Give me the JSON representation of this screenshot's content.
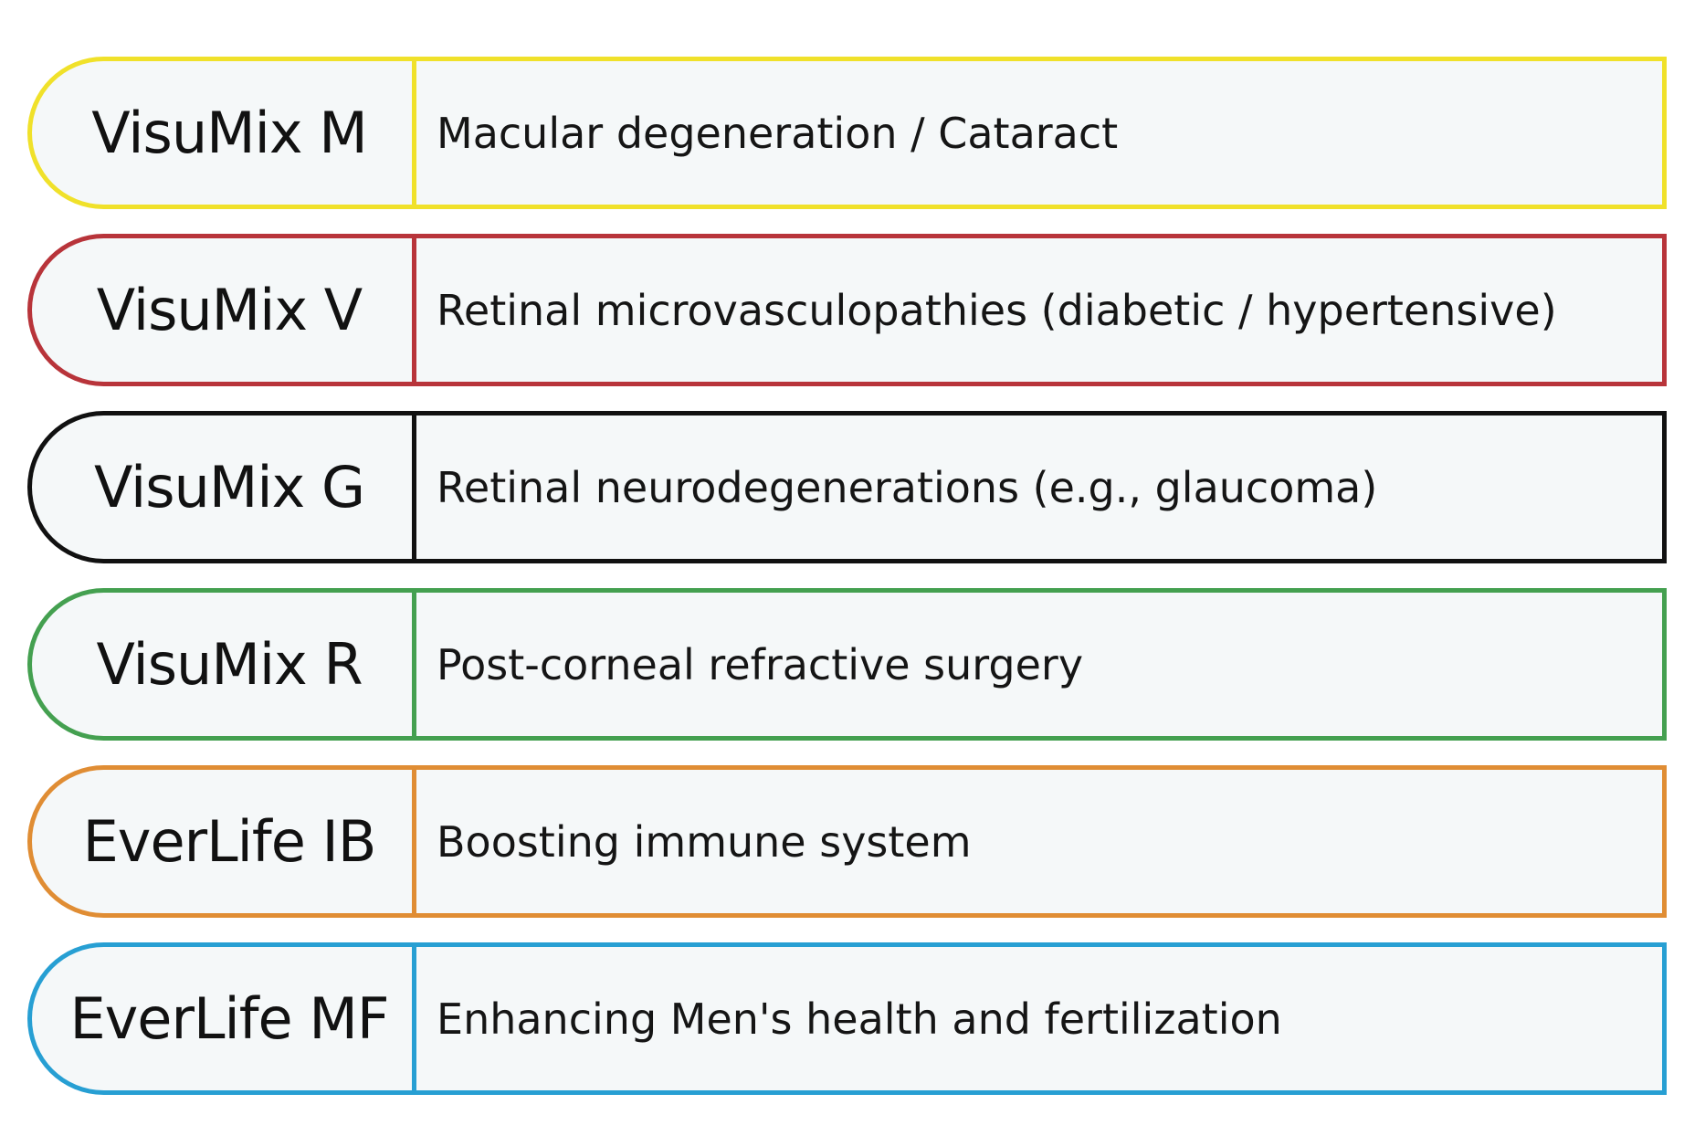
{
  "rows": [
    {
      "name": "VisuMix M",
      "description": "Macular degeneration / Cataract",
      "color": "#f0e12a"
    },
    {
      "name": "VisuMix V",
      "description": "Retinal microvasculopathies (diabetic / hypertensive)",
      "color": "#b8343a"
    },
    {
      "name": "VisuMix G",
      "description": "Retinal neurodegenerations (e.g., glaucoma)",
      "color": "#111111"
    },
    {
      "name": "VisuMix R",
      "description": "Post-corneal refractive surgery",
      "color": "#44a050"
    },
    {
      "name": "EverLife IB",
      "description": "Boosting immune system",
      "color": "#e08d34"
    },
    {
      "name": "EverLife MF",
      "description": "Enhancing Men's health and fertilization",
      "color": "#279fd3"
    }
  ]
}
